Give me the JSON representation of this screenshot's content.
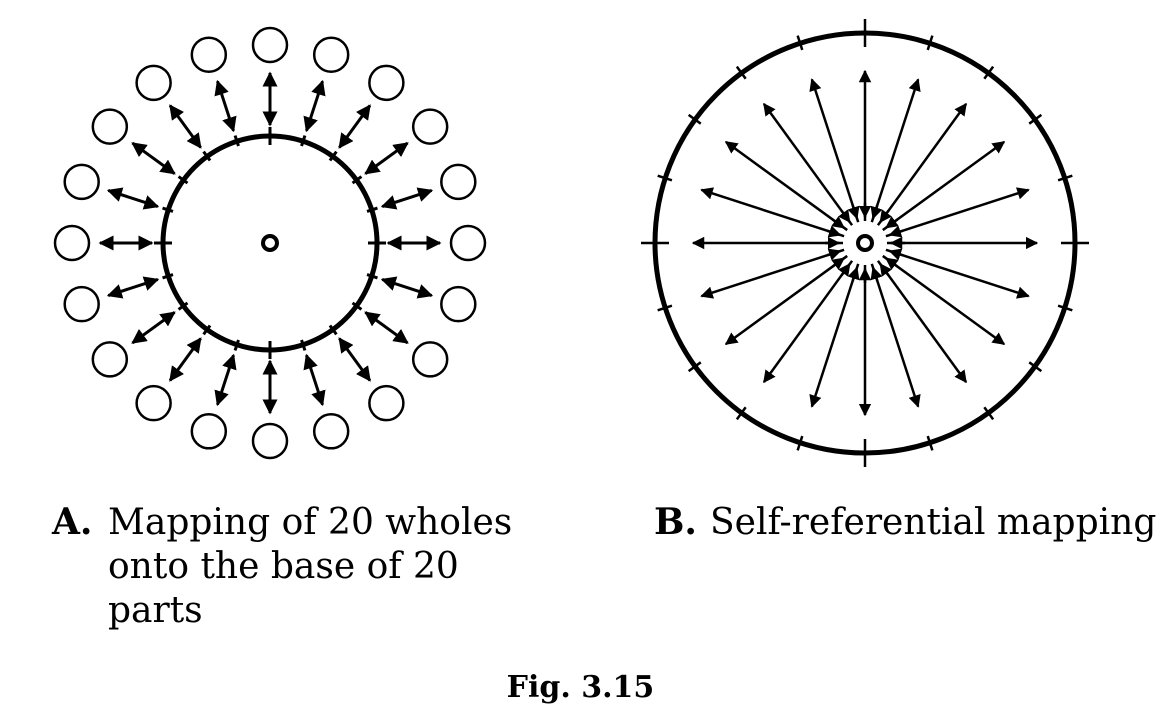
{
  "diagram_a": {
    "letter": "A.",
    "caption_lines": [
      "Mapping of 20 wholes",
      "onto the base of 20",
      "parts"
    ],
    "wholes_count": 20,
    "parts_count": 20
  },
  "diagram_b": {
    "letter": "B.",
    "caption": "Self-referential mapping",
    "arrow_count": 20,
    "tick_count": 20
  },
  "figure_label": "Fig. 3.15"
}
